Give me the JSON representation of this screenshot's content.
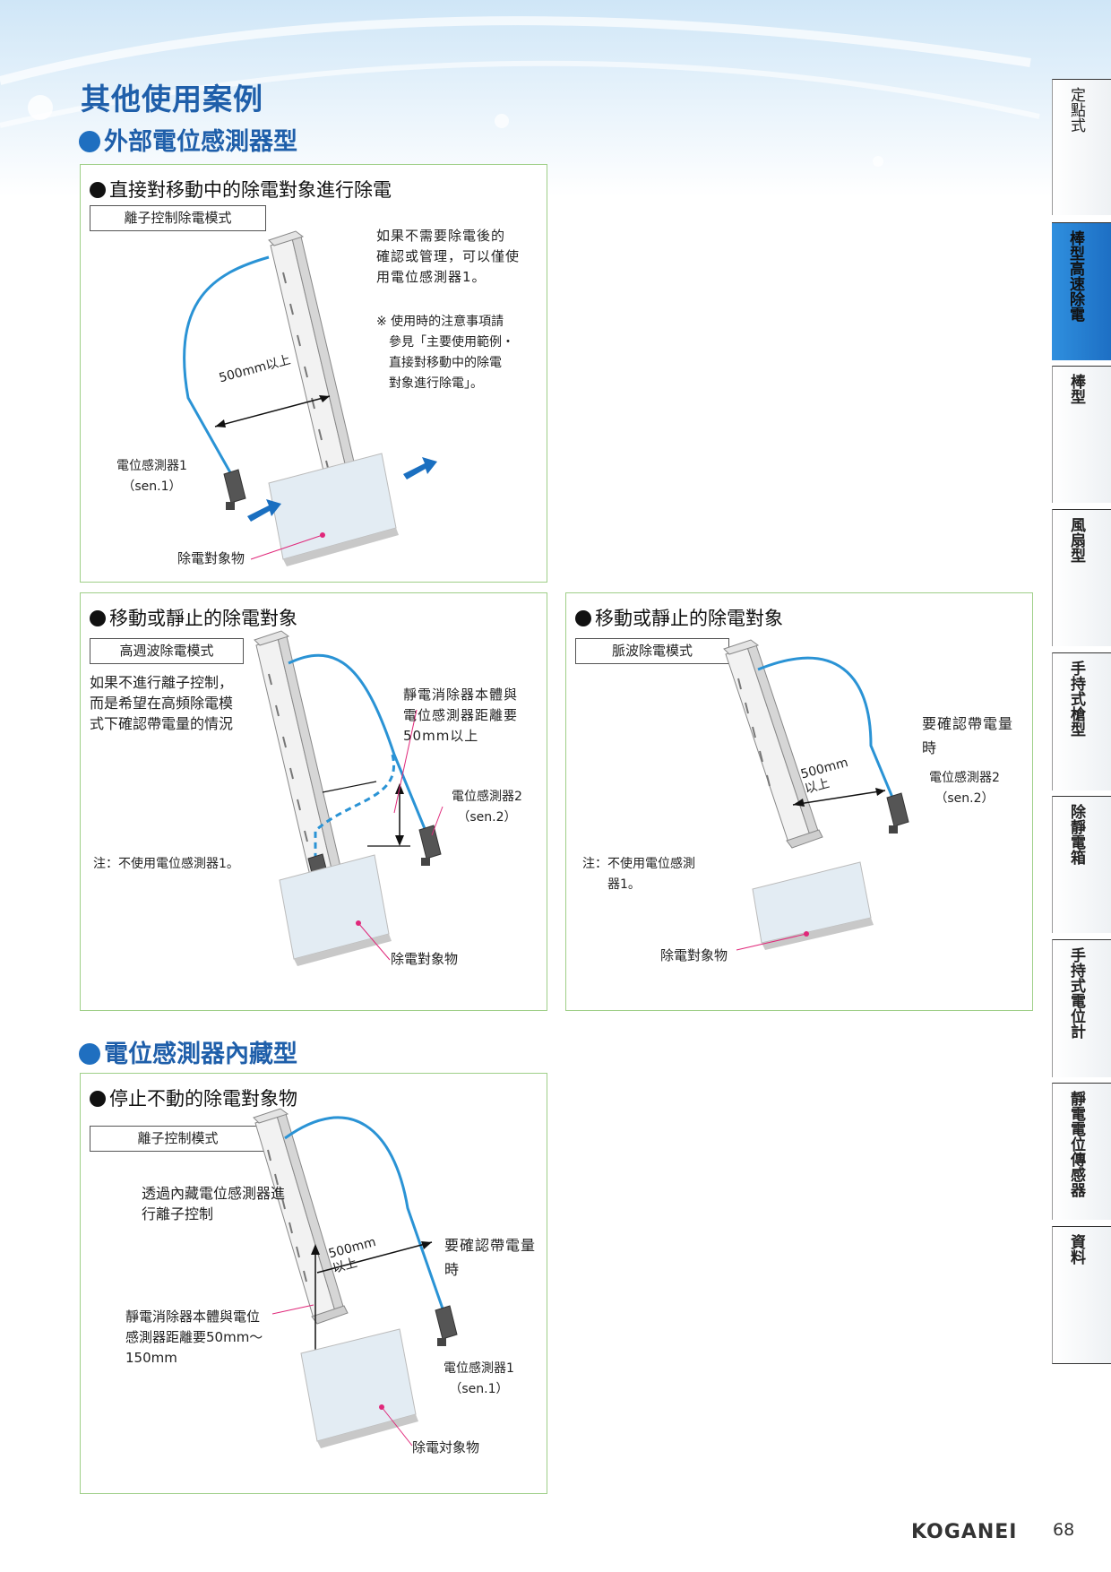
{
  "page_title": "其他使用案例",
  "sections": {
    "external": "外部電位感測器型",
    "builtin": "電位感測器內藏型"
  },
  "box1": {
    "title": "直接對移動中的除電對象進行除電",
    "mode": "離子控制除電模式",
    "desc": [
      "如果不需要除電後的",
      "確認或管理，可以僅使",
      "用電位感測器1。"
    ],
    "note": [
      "※ 使用時的注意事項請",
      "參見「主要使用範例・",
      "直接對移動中的除電",
      "對象進行除電」。"
    ],
    "distance": "500mm以上",
    "sensor": [
      "電位感測器1",
      "（sen.1）"
    ],
    "object": "除電對象物"
  },
  "box2": {
    "title": "移動或靜止的除電對象",
    "mode": "高週波除電模式",
    "desc": [
      "如果不進行離子控制，",
      "而是希望在高頻除電模",
      "式下確認帶電量的情況"
    ],
    "callout": [
      "靜電消除器本體與",
      "電位感測器距離要",
      "50mm以上"
    ],
    "sensor": [
      "電位感測器2",
      "（sen.2）"
    ],
    "note": "注：不使用電位感測器1。",
    "object": "除電對象物"
  },
  "box3": {
    "title": "移動或靜止的除電對象",
    "mode": "脈波除電模式",
    "desc": [
      "要確認帶電量",
      "時"
    ],
    "distance": [
      "500mm",
      "以上"
    ],
    "sensor": [
      "電位感測器2",
      "（sen.2）"
    ],
    "note": [
      "注：不使用電位感測",
      "器1。"
    ],
    "object": "除電對象物"
  },
  "box4": {
    "title": "停止不動的除電對象物",
    "mode": "離子控制模式",
    "desc": [
      "透過內藏電位感測器進",
      "行離子控制"
    ],
    "distance": [
      "500mm",
      "以上"
    ],
    "desc2": [
      "要確認帶電量",
      "時"
    ],
    "callout": [
      "靜電消除器本體與電位",
      "感測器距離要50mm～",
      "150mm"
    ],
    "sensor": [
      "電位感測器1",
      "（sen.1）"
    ],
    "object": "除電対象物"
  },
  "tabs": [
    {
      "label": "定點式"
    },
    {
      "label": "棒型高速除電"
    },
    {
      "label": "棒型"
    },
    {
      "label": "風扇型"
    },
    {
      "label": "手持式槍型"
    },
    {
      "label": "除靜電箱"
    },
    {
      "label": "手持式電位計"
    },
    {
      "label": "靜電電位傳感器"
    },
    {
      "label": "資料"
    }
  ],
  "brand": "KOGANEI",
  "page_number": "68",
  "colors": {
    "title_blue": "#1f5faa",
    "box_border": "#9fcf88",
    "cable_blue": "#2a93d5",
    "arrow_blue": "#1a6fc0",
    "accent_pink": "#e0287a",
    "tab_active": "#2a86d8"
  }
}
